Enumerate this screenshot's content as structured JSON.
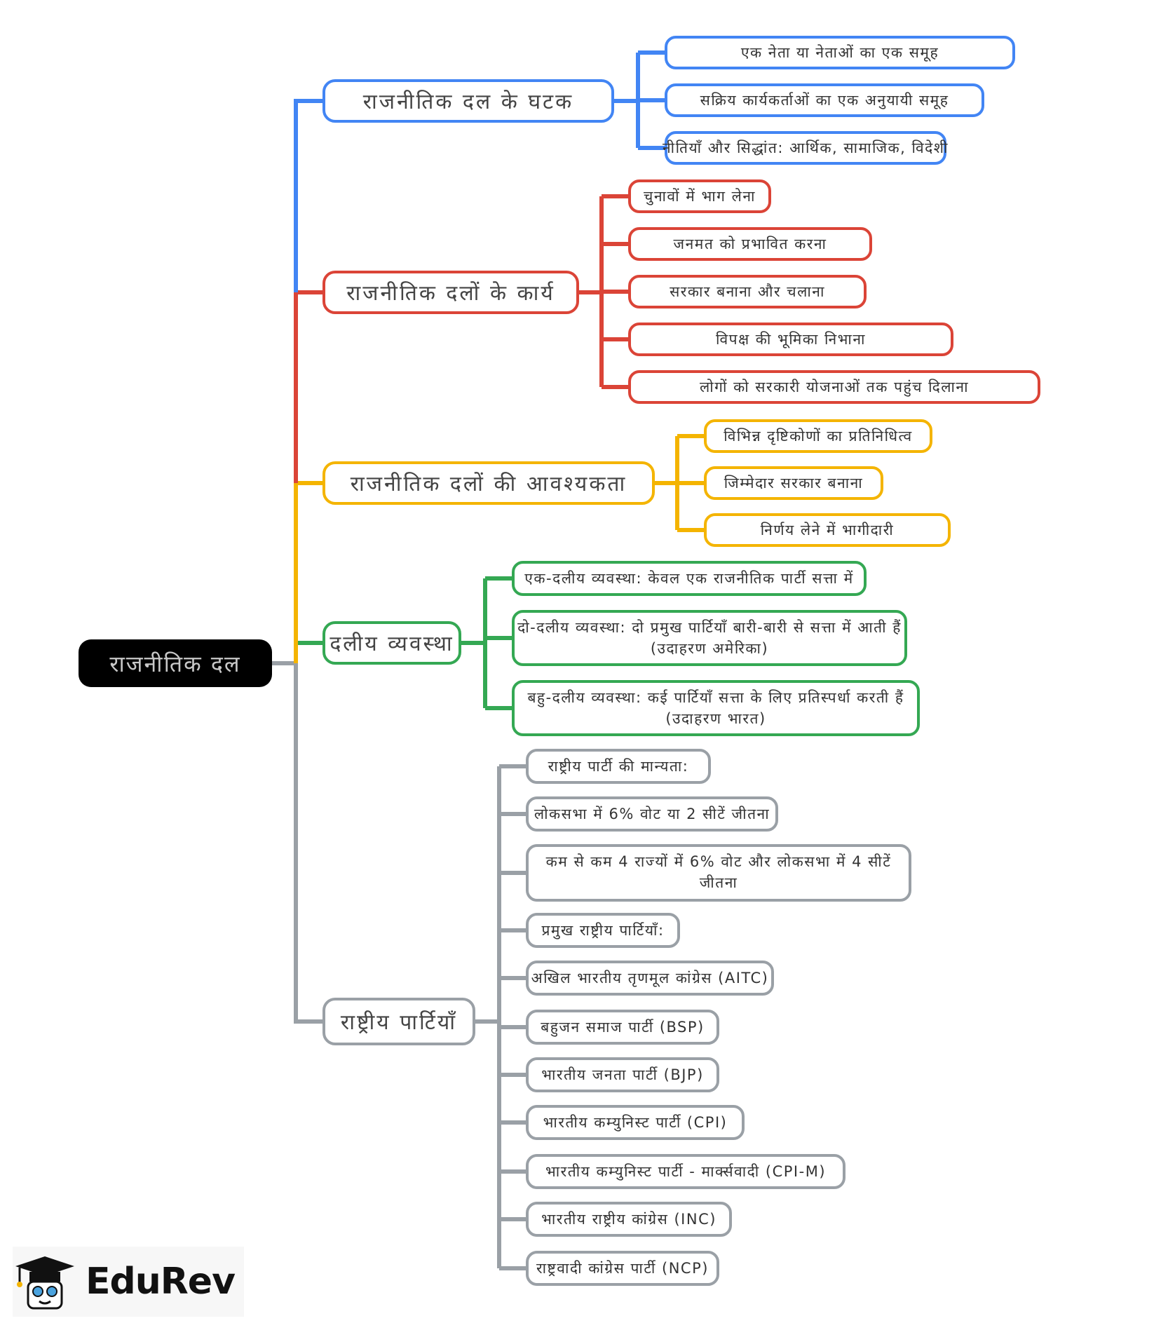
{
  "root": {
    "label": "राजनीतिक दल"
  },
  "colors": {
    "blue": "#4285f4",
    "red": "#db4437",
    "yellow": "#f4b400",
    "green": "#34a853",
    "gray": "#9aa0a6",
    "root_bg": "#000000"
  },
  "branches": [
    {
      "label": "राजनीतिक दल के घटक",
      "children": [
        "एक नेता या नेताओं का एक समूह",
        "सक्रिय कार्यकर्ताओं का एक अनुयायी समूह",
        "नीतियाँ और सिद्धांत: आर्थिक, सामाजिक, विदेशी"
      ]
    },
    {
      "label": "राजनीतिक दलों के कार्य",
      "children": [
        "चुनावों में भाग लेना",
        "जनमत को प्रभावित करना",
        "सरकार बनाना और चलाना",
        "विपक्ष की भूमिका निभाना",
        "लोगों को सरकारी योजनाओं तक पहुंच दिलाना"
      ]
    },
    {
      "label": "राजनीतिक दलों की आवश्यकता",
      "children": [
        "विभिन्न दृष्टिकोणों का प्रतिनिधित्व",
        "जिम्मेदार सरकार बनाना",
        "निर्णय लेने में भागीदारी"
      ]
    },
    {
      "label": "दलीय व्यवस्था",
      "children": [
        "एक-दलीय व्यवस्था: केवल एक राजनीतिक पार्टी सत्ता में",
        "दो-दलीय व्यवस्था: दो प्रमुख पार्टियाँ बारी-बारी से सत्ता में आती हैं (उदाहरण अमेरिका)",
        "बहु-दलीय व्यवस्था: कई पार्टियाँ सत्ता के लिए प्रतिस्पर्धा करती हैं (उदाहरण भारत)"
      ]
    },
    {
      "label": "राष्ट्रीय पार्टियाँ",
      "children": [
        "राष्ट्रीय पार्टी की मान्यता:",
        "लोकसभा में 6% वोट या 2 सीटें जीतना",
        "कम से कम 4 राज्यों में 6% वोट और लोकसभा में 4 सीटें जीतना",
        "प्रमुख राष्ट्रीय पार्टियाँ:",
        "अखिल भारतीय तृणमूल कांग्रेस (AITC)",
        "बहुजन समाज पार्टी (BSP)",
        "भारतीय जनता पार्टी (BJP)",
        "भारतीय कम्युनिस्ट पार्टी (CPI)",
        "भारतीय कम्युनिस्ट पार्टी - मार्क्सवादी (CPI-M)",
        "भारतीय राष्ट्रीय कांग्रेस (INC)",
        "राष्ट्रवादी कांग्रेस पार्टी (NCP)"
      ]
    }
  ],
  "logo": {
    "brand": "EduRev",
    "icon": "graduation-cap-icon"
  }
}
